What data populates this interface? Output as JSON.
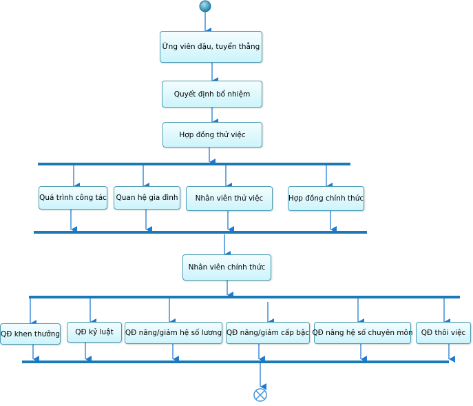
{
  "nodes": {
    "ung_vien": "Ứng viên đậu, tuyển thẳng",
    "quyet_dinh": "Quyết định bổ nhiệm",
    "hop_dong_thu_viec": "Hợp đồng thử việc",
    "qua_trinh": "Quá trình công tác",
    "quan_he": "Quan hệ gia đình",
    "nhan_vien_thu_viec": "Nhân viên thử việc",
    "hop_dong_chinh_thuc": "Hợp đồng chính thức",
    "nhan_vien_chinh_thuc": "Nhân viên chính thức",
    "qd_khen_thuong": "QĐ khen thưởng",
    "qd_ky_luat": "QĐ kỷ luật",
    "qd_he_so_luong": "QĐ nâng/giảm hệ số lương",
    "qd_cap_bac": "QĐ nâng/giảm cấp bậc",
    "qd_chuyen_mon": "QĐ nâng hệ số chuyên môn",
    "qd_thoi_viec": "QĐ thôi việc"
  },
  "colors": {
    "node_border": "#4a9bb3",
    "node_fill_top": "#f4fdff",
    "node_fill_bottom": "#ccf4fb",
    "bar": "#1b79b8",
    "arrow": "#1f7bd1",
    "start": "#2e8fb5",
    "end_stroke": "#3c8fd6"
  }
}
